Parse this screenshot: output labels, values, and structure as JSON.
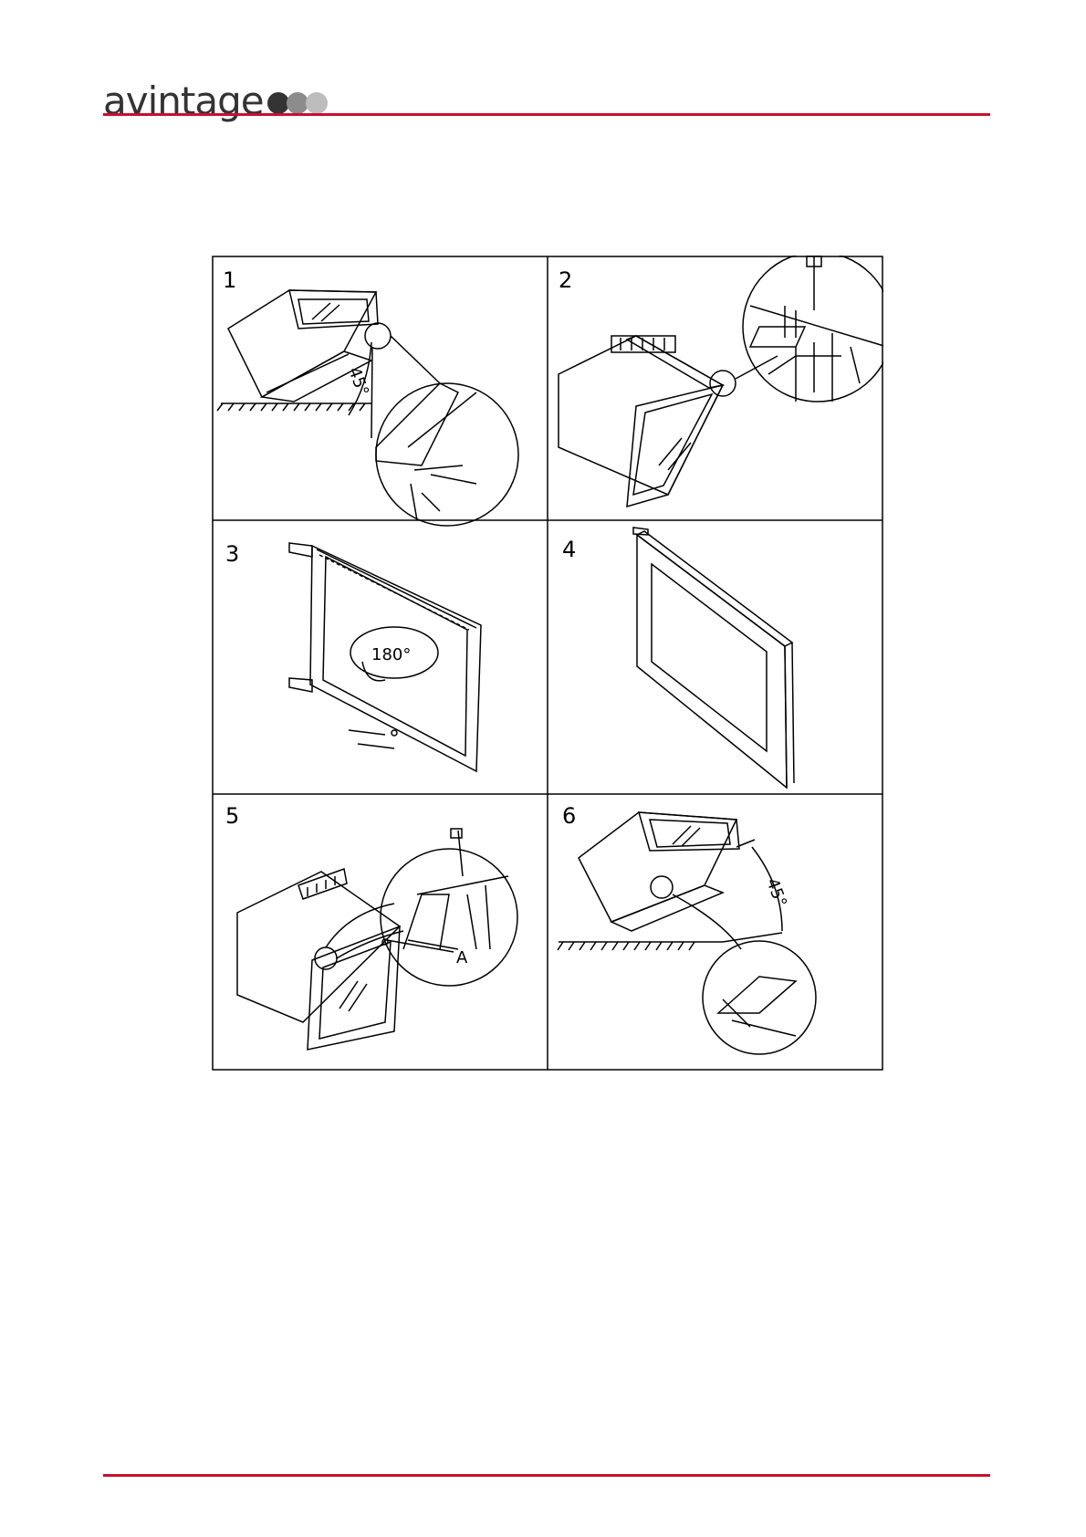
{
  "header": {
    "logo_text": "avintage",
    "logo_dots": [
      "#333333",
      "#8c8c8c",
      "#bdbdbd"
    ],
    "accent_color": "#c8102e"
  },
  "figure": {
    "steps": [
      {
        "number": "1",
        "angle_label": "45°"
      },
      {
        "number": "2"
      },
      {
        "number": "3",
        "rotation_label": "180°"
      },
      {
        "number": "4"
      },
      {
        "number": "5",
        "part_label": "A"
      },
      {
        "number": "6",
        "angle_label": "45°"
      }
    ]
  }
}
